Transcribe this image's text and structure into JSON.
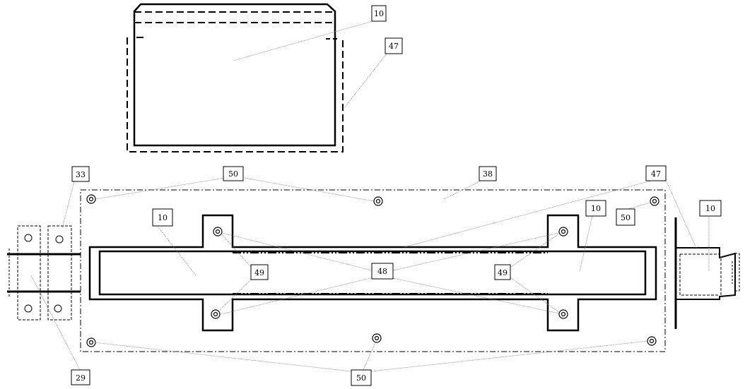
{
  "diagram": {
    "colors": {
      "stroke": "#000000",
      "leader": "#808080",
      "background": "#ffffff"
    },
    "callouts": [
      {
        "id": "c10-top",
        "label": "10"
      },
      {
        "id": "c47-top",
        "label": "47"
      },
      {
        "id": "c33",
        "label": "33"
      },
      {
        "id": "c50-top",
        "label": "50"
      },
      {
        "id": "c38",
        "label": "38"
      },
      {
        "id": "c47-right",
        "label": "47"
      },
      {
        "id": "c10-right",
        "label": "10"
      },
      {
        "id": "c10-left",
        "label": "10"
      },
      {
        "id": "c10-mid",
        "label": "10"
      },
      {
        "id": "c50-right",
        "label": "50"
      },
      {
        "id": "c49-left",
        "label": "49"
      },
      {
        "id": "c48",
        "label": "48"
      },
      {
        "id": "c49-right",
        "label": "49"
      },
      {
        "id": "c29",
        "label": "29"
      },
      {
        "id": "c50-bottom",
        "label": "50"
      }
    ]
  }
}
